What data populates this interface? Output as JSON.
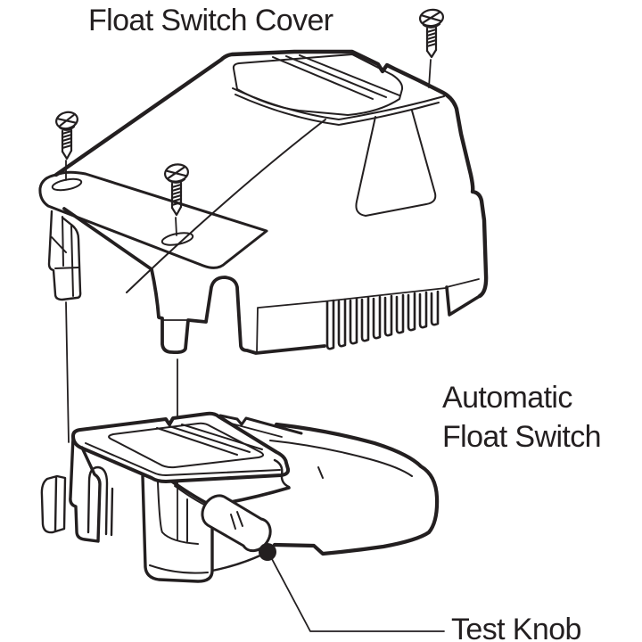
{
  "labels": {
    "cover": "Float Switch Cover",
    "switch_line1": "Automatic",
    "switch_line2": "Float Switch",
    "knob": "Test Knob"
  },
  "parts": {
    "cover": "float-switch-cover",
    "screws": "mounting-screws",
    "switch": "automatic-float-switch",
    "knob": "test-knob"
  },
  "colors": {
    "line": "#231f20",
    "background": "#ffffff"
  }
}
